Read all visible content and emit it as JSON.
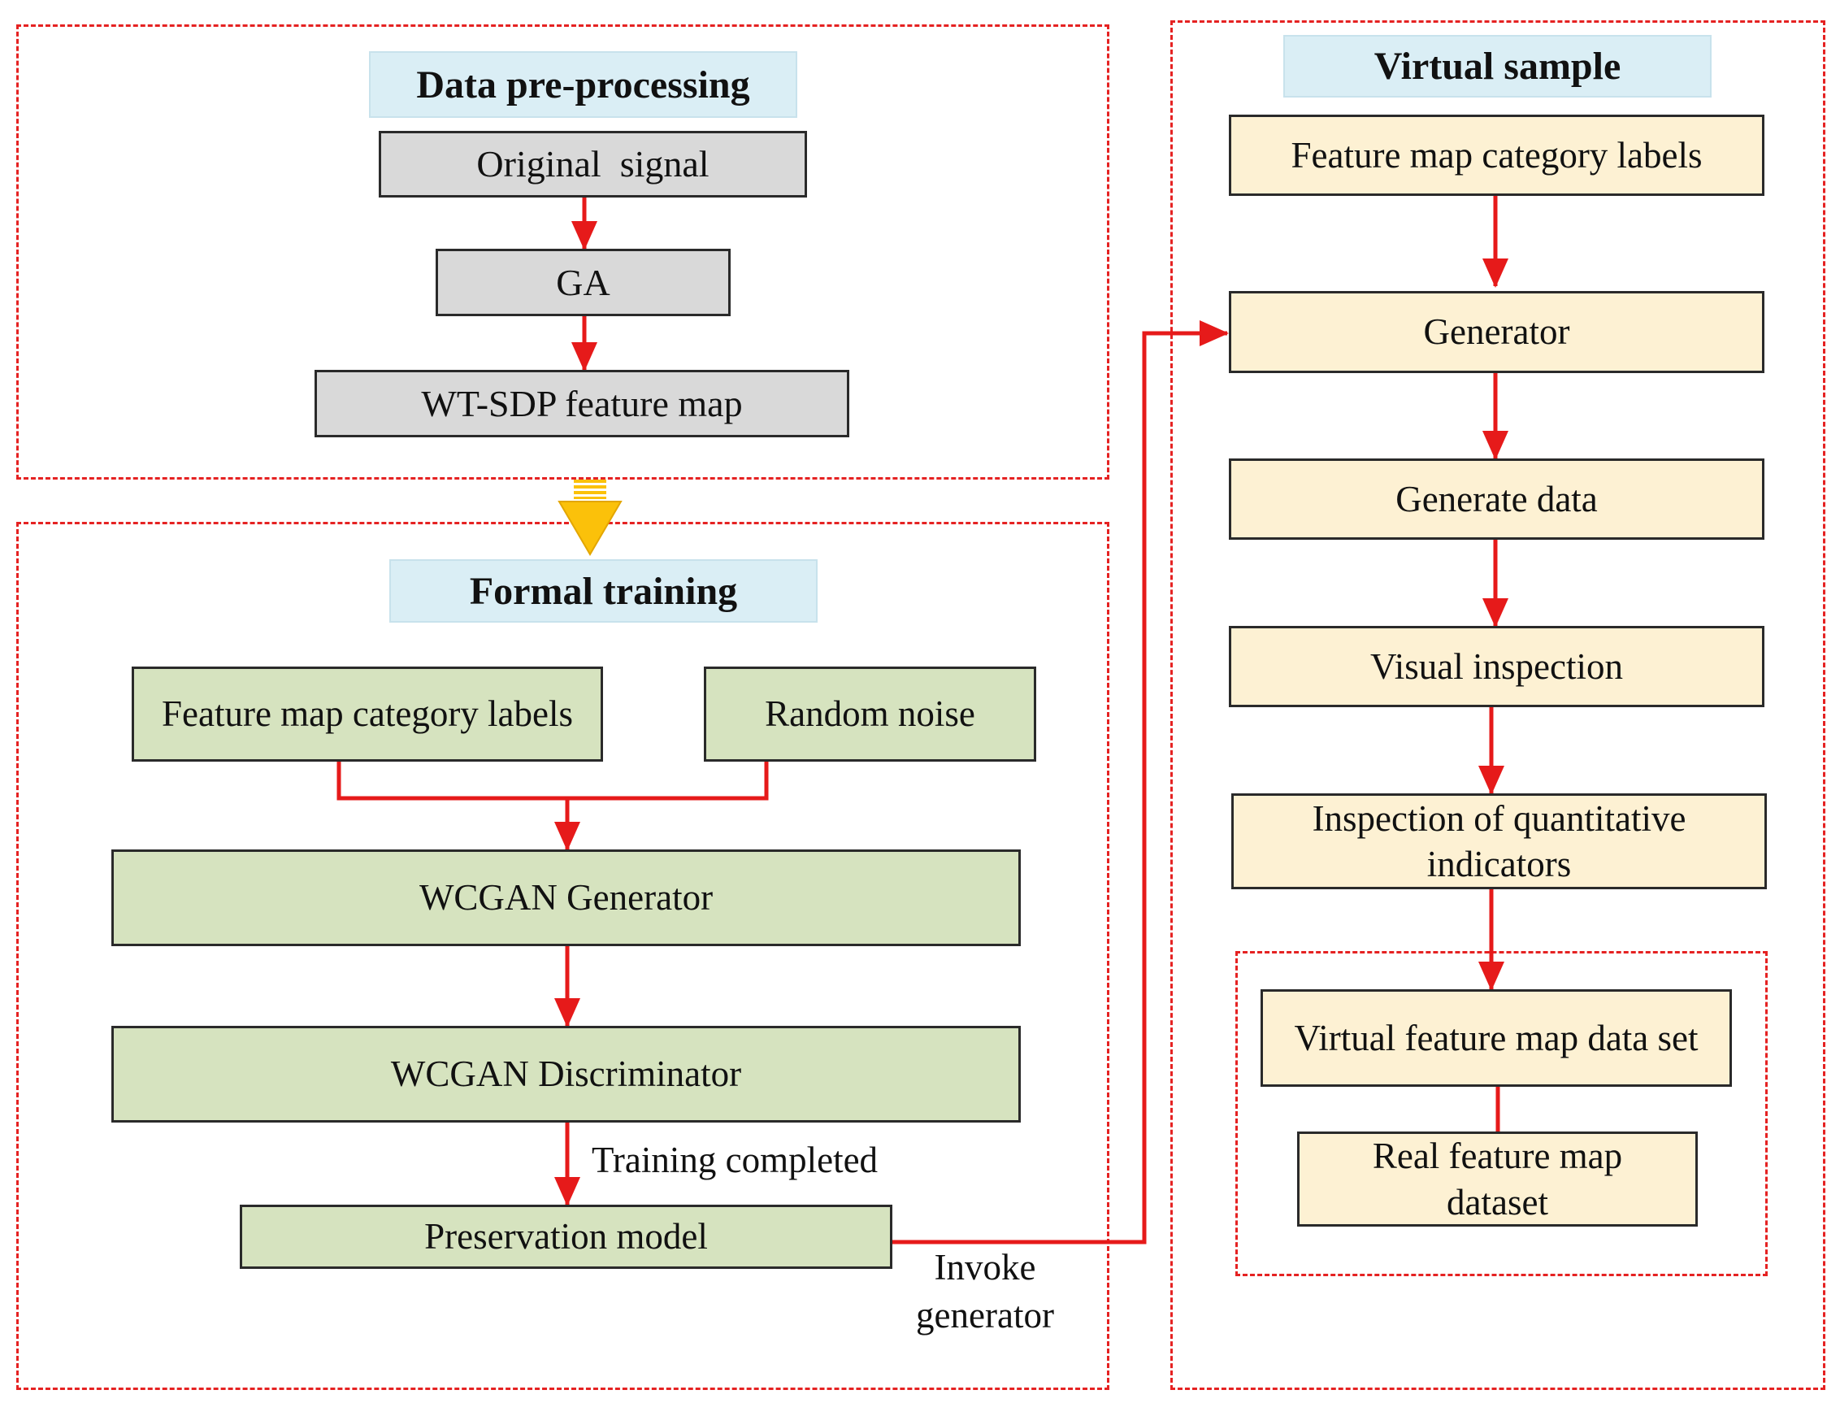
{
  "colors": {
    "arrow": "#e61a1a",
    "region_border": "#e52222",
    "transition_arrow": "#fbc10a",
    "header_fill": "#daeef5",
    "preprocess_fill": "#d9d9d9",
    "training_fill": "#d6e3bf",
    "virtual_fill": "#fdf1d3"
  },
  "preprocessing": {
    "title": "Data pre-processing",
    "original_signal": "Original  signal",
    "ga": "GA",
    "feature_map": "WT-SDP feature map"
  },
  "training": {
    "title": "Formal training",
    "category_labels": "Feature map category labels",
    "random_noise": "Random noise",
    "generator": "WCGAN Generator",
    "discriminator": "WCGAN Discriminator",
    "training_completed": "Training completed",
    "preservation_model": "Preservation model",
    "invoke_line1": "Invoke",
    "invoke_line2": "generator"
  },
  "virtual": {
    "title": "Virtual sample",
    "category_labels": "Feature map category labels",
    "generator": "Generator",
    "generate_data": "Generate data",
    "visual_inspection": "Visual inspection",
    "quantitative_inspection": "Inspection of quantitative indicators",
    "virtual_dataset": "Virtual feature map data set",
    "real_dataset": "Real feature map dataset"
  }
}
